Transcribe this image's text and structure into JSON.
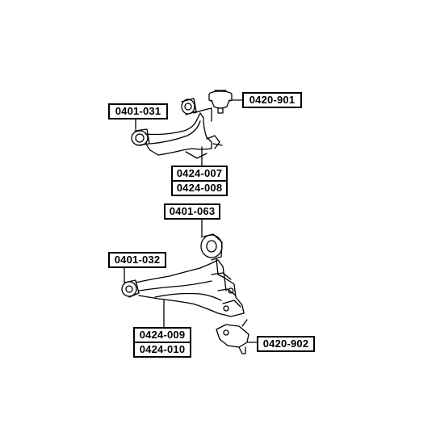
{
  "labels": {
    "upper_arm_bushing": "0401-031",
    "upper_ball_joint": "0420-901",
    "upper_arm_left": "0424-007",
    "upper_arm_right": "0424-008",
    "lower_rear_bushing": "0401-063",
    "lower_front_bushing": "0401-032",
    "lower_arm_left": "0424-009",
    "lower_arm_right": "0424-010",
    "lower_ball_joint": "0420-902"
  }
}
